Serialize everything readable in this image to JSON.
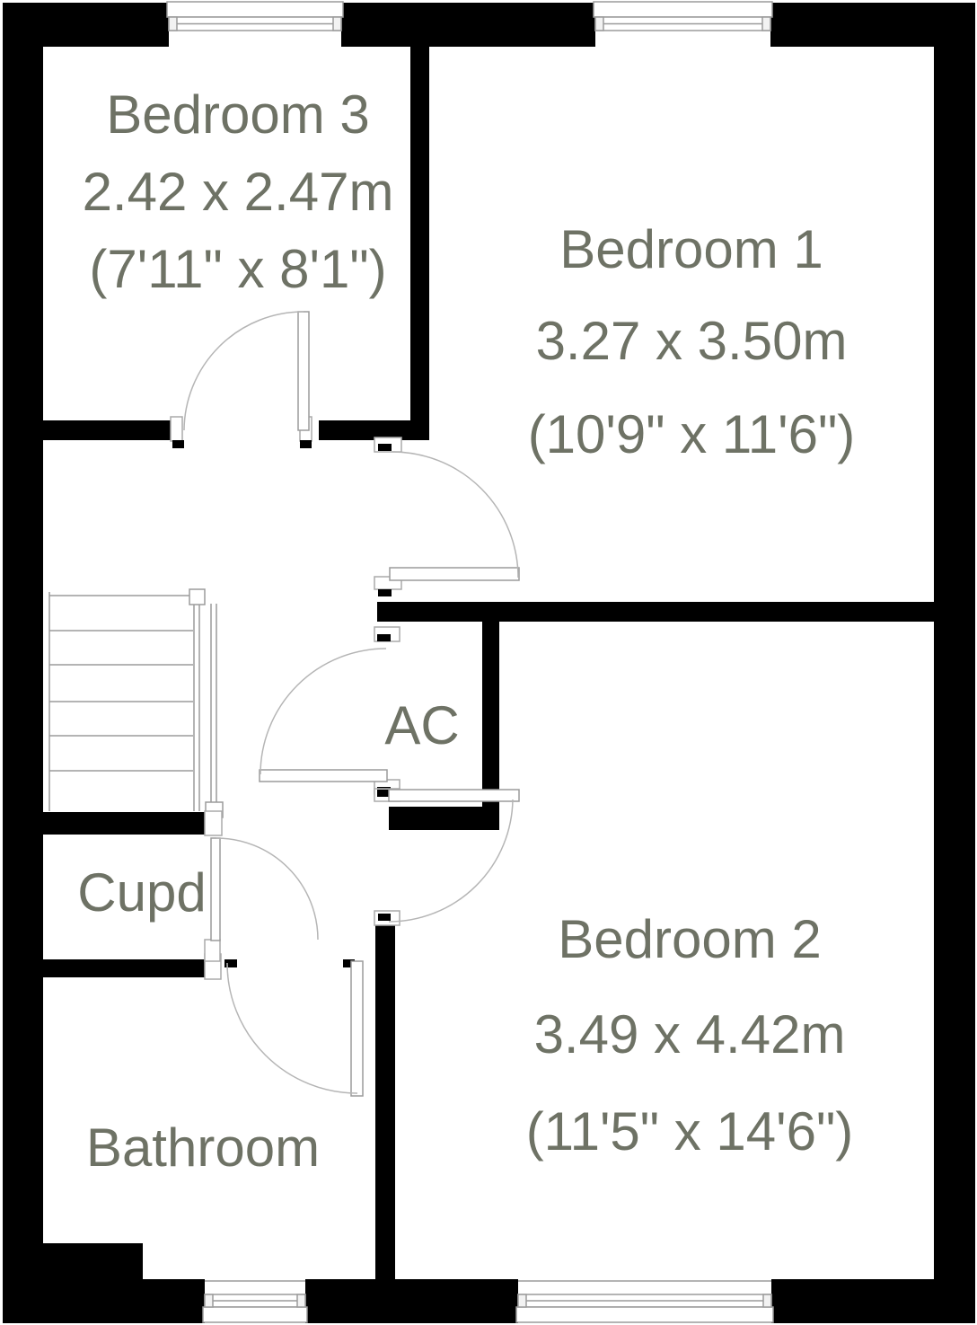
{
  "floorplan": {
    "colors": {
      "wall": "#000000",
      "label": "#6e7265",
      "thin_line": "#9b9b9b",
      "arc_line": "#b5b5b5",
      "background": "#ffffff"
    },
    "rooms": [
      {
        "id": "bedroom-3",
        "name": "Bedroom 3",
        "size_metric": "2.42 x 2.47m",
        "size_imperial": "(7'11\" x 8'1\")"
      },
      {
        "id": "bedroom-1",
        "name": "Bedroom 1",
        "size_metric": "3.27 x 3.50m",
        "size_imperial": "(10'9\" x 11'6\")"
      },
      {
        "id": "bedroom-2",
        "name": "Bedroom 2",
        "size_metric": "3.49 x 4.42m",
        "size_imperial": "(11'5\" x 14'6\")"
      },
      {
        "id": "cupboard",
        "name": "Cupd"
      },
      {
        "id": "bathroom",
        "name": "Bathroom"
      },
      {
        "id": "ac-closet",
        "name": "AC"
      }
    ],
    "features": {
      "windows": 4,
      "doors": 6,
      "staircase_treads": 6
    }
  }
}
